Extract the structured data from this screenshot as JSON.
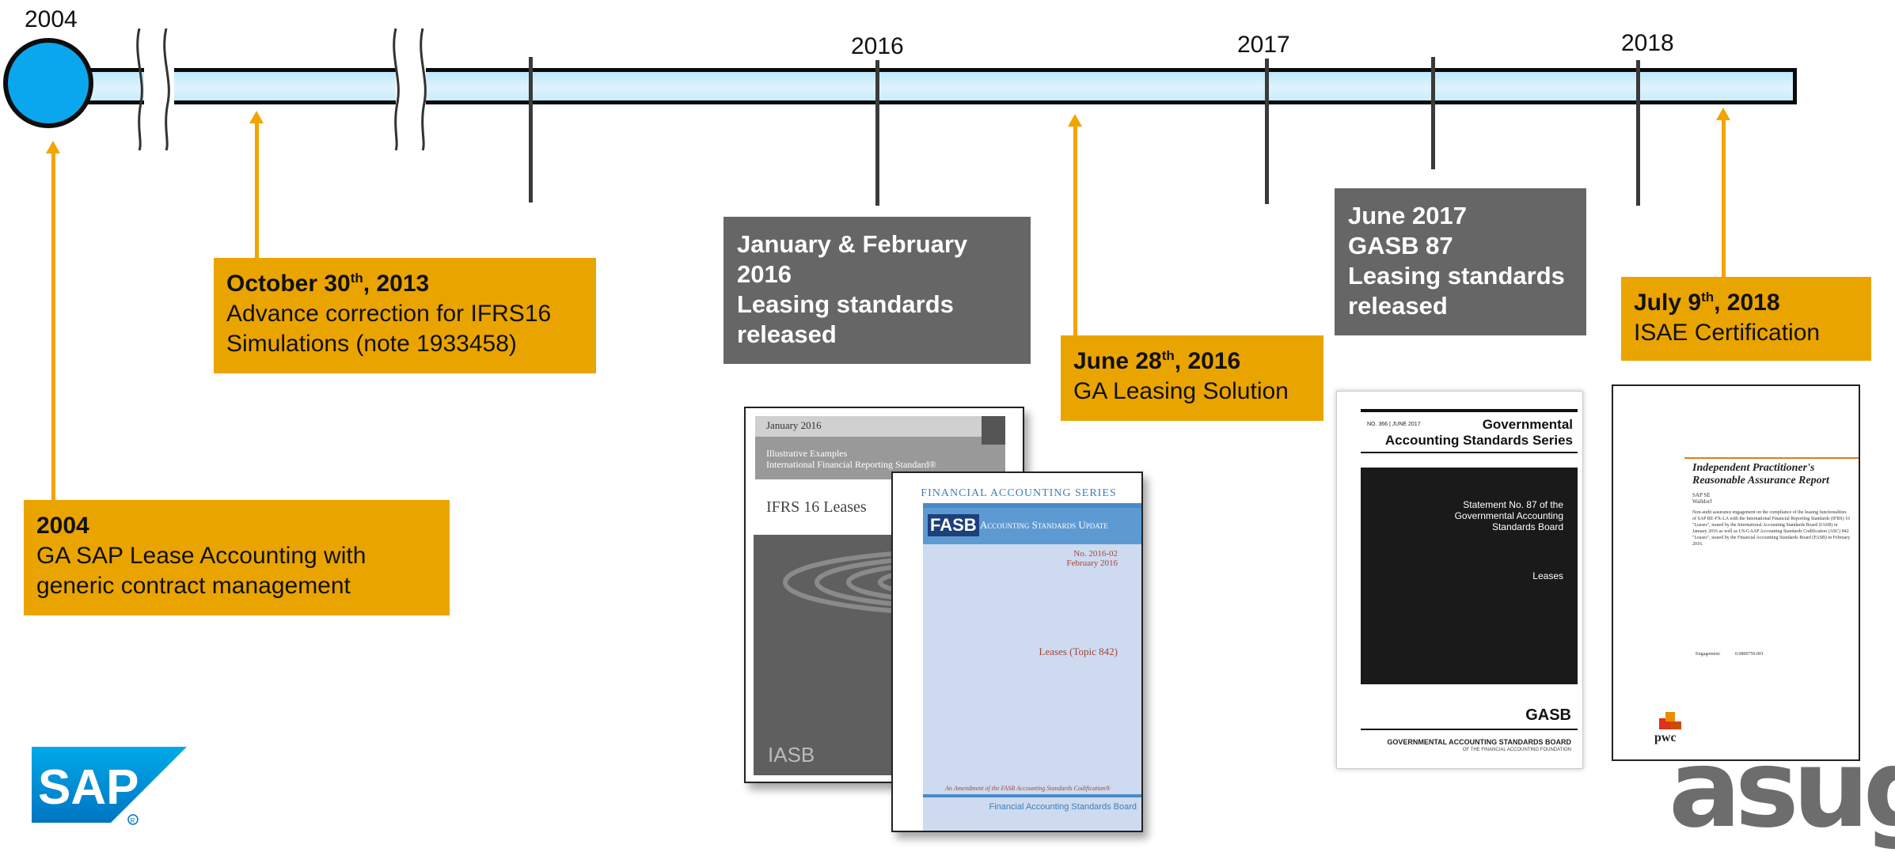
{
  "years": {
    "start": "2004",
    "y2016": "2016",
    "y2017": "2017",
    "y2018": "2018"
  },
  "milestones": {
    "m2004": {
      "title": "2004",
      "line1": "GA SAP Lease Accounting with",
      "line2": "generic contract management"
    },
    "m2013": {
      "title_pre": "October 30",
      "title_sup": "th",
      "title_post": ", 2013",
      "line1": "Advance correction for IFRS16",
      "line2": "Simulations (note 1933458)"
    },
    "m2016a": {
      "line1": "January & February",
      "line2": "2016",
      "line3": "Leasing standards",
      "line4": "released"
    },
    "m2016b": {
      "title_pre": "June 28",
      "title_sup": "th",
      "title_post": ", 2016",
      "line1": "GA Leasing Solution"
    },
    "m2017": {
      "line1": "June 2017",
      "line2": "GASB 87",
      "line3": "Leasing standards",
      "line4": "released"
    },
    "m2018": {
      "title_pre": "July 9",
      "title_sup": "th",
      "title_post": ", 2018",
      "line1": "ISAE Certification"
    }
  },
  "documents": {
    "ifrs": {
      "date": "January 2016",
      "sub1": "Illustrative Examples",
      "sub2": "International Financial Reporting Standard®",
      "title": "IFRS 16 Leases",
      "logo": "IASB"
    },
    "fasb": {
      "series": "FINANCIAL ACCOUNTING SERIES",
      "logo": "FASB",
      "update": "Accounting Standards Update",
      "no": "No. 2016-02",
      "date": "February 2016",
      "title": "Leases (Topic 842)",
      "amend": "An Amendment of the FASB Accounting Standards Codification®",
      "board": "Financial Accounting Standards Board"
    },
    "gasb": {
      "no": "NO. 366 | JUNE 2017",
      "series1": "Governmental",
      "series2": "Accounting Standards Series",
      "stmt1": "Statement No. 87 of the",
      "stmt2": "Governmental Accounting",
      "stmt3": "Standards Board",
      "leases": "Leases",
      "logo": "GASB",
      "board": "GOVERNMENTAL ACCOUNTING STANDARDS BOARD",
      "foundation": "OF THE FINANCIAL ACCOUNTING FOUNDATION"
    },
    "pwc": {
      "title1": "Independent Practitioner's",
      "title2": "Reasonable Assurance Report",
      "sap": "SAP SE",
      "walldorf": "Walldorf",
      "body": "Non-audit assurance engagement on the compliance of the leasing functionalities of SAP RE-FX-LA with the International Financial Reporting Standards (IFRS) 16 \"Leases\", issued by the International Accounting Standards Board (IASB) in January 2016 as well as US-GAAP Accounting Standards Codification (ASC) 842 \"Leases\", issued by the Financial Accounting Standards Board (FASB) in February 2016.",
      "engagement": "Engagement:",
      "engagement_no": "0.0800750.001",
      "logo": "pwc"
    }
  },
  "logos": {
    "sap": "SAP",
    "asug": "asug"
  },
  "colors": {
    "accent_orange": "#eaa400",
    "gray_box": "#666666",
    "circle_blue": "#0aa7ef"
  }
}
